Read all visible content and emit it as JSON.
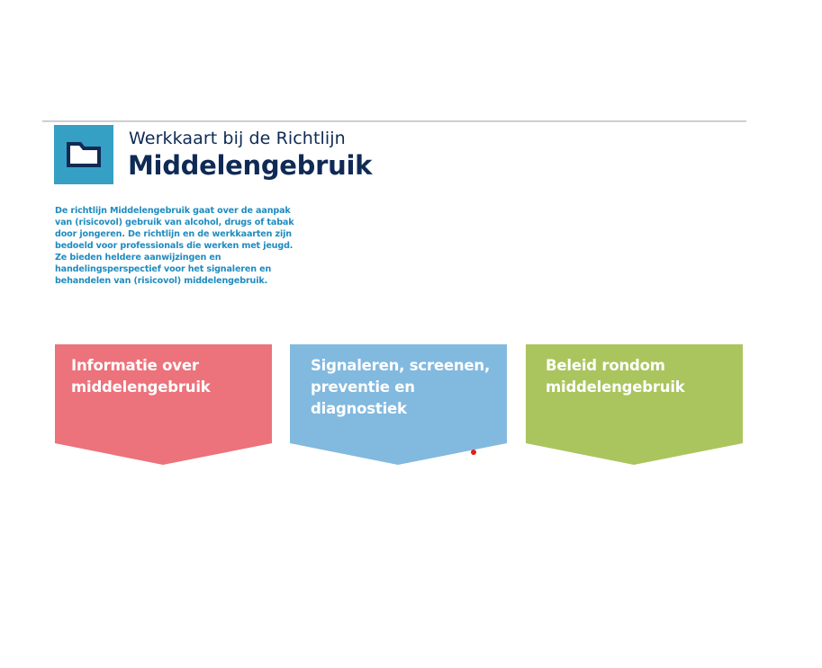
{
  "header": {
    "subtitle": "Werkkaart bij de Richtlijn",
    "title": "Middelengebruik",
    "icon": "folder-icon",
    "icon_bg_color": "#35a0c4",
    "text_color": "#0f2a55"
  },
  "intro": {
    "text": "De richtlijn Middelengebruik gaat over de aanpak van (risicovol) gebruik van alcohol, drugs of tabak door jongeren. De richtlijn en de werkkaarten zijn bedoeld voor professionals die werken met jeugd. Ze bieden heldere aanwijzingen en handelingsperspectief voor het signaleren en behandelen van (risicovol) middelengebruik.",
    "color": "#1e8bbf"
  },
  "cards": [
    {
      "label": "Informatie over middelengebruik",
      "color": "#ec727b"
    },
    {
      "label": "Signaleren, screenen, preventie en diagnostiek",
      "color": "#82b9df"
    },
    {
      "label": "Beleid rondom middelengebruik",
      "color": "#aac55e"
    }
  ]
}
